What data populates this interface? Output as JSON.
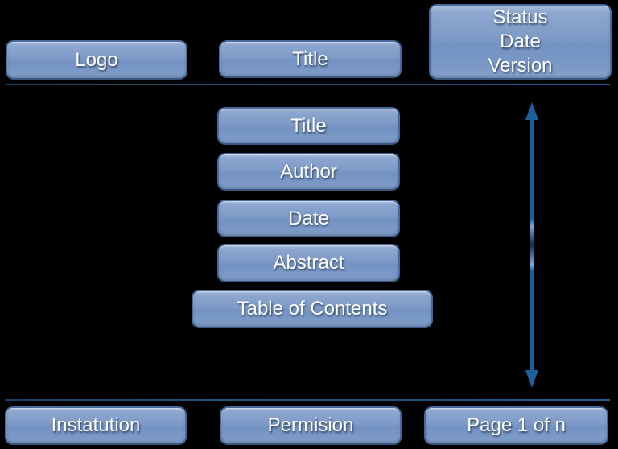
{
  "canvas": {
    "background": "#000000"
  },
  "palette": {
    "box_fill_top": "#a7bbda",
    "box_fill_bottom": "#7d9ac7",
    "box_border": "#47689a",
    "box_text": "#ffffff",
    "divider_line": "#16507e",
    "arrow": "#1d5f9c"
  },
  "header": {
    "logo_label": "Logo",
    "title_label": "Title",
    "status_lines": [
      "Status",
      "Date",
      "Version"
    ]
  },
  "body": {
    "title_label": "Title",
    "author_label": "Author",
    "date_label": "Date",
    "abstract_label": "Abstract",
    "toc_label": "Table of Contents"
  },
  "footer": {
    "institution_label": "Instatution",
    "permission_label": "Permision",
    "page_label": "Page 1 of n"
  }
}
